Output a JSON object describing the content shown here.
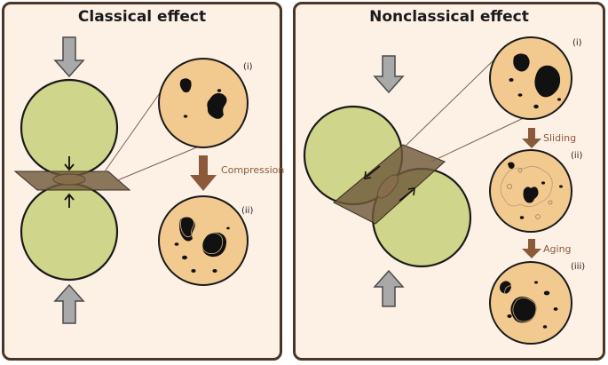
{
  "left_panel": {
    "title": "Classical effect",
    "inset_labels": [
      "(i)",
      "(ii)"
    ],
    "step_label": "Compression"
  },
  "right_panel": {
    "title": "Nonclassical effect",
    "inset_labels": [
      "(i)",
      "(ii)",
      "(iii)"
    ],
    "step_labels": [
      "Sliding",
      "Aging"
    ]
  },
  "colors": {
    "panel_bg": "#fdf1e6",
    "panel_border": "#4a3527",
    "grain_green": "#cfd58a",
    "contact_plane": "#6f5a3c",
    "inset_fill": "#f2c98f",
    "process_arrow": "#8a5a3b",
    "load_arrow": "#a9a9a9"
  },
  "icons": [
    "load-arrow-down-icon",
    "load-arrow-up-icon",
    "process-arrow-icon",
    "shear-arrow-icon"
  ]
}
